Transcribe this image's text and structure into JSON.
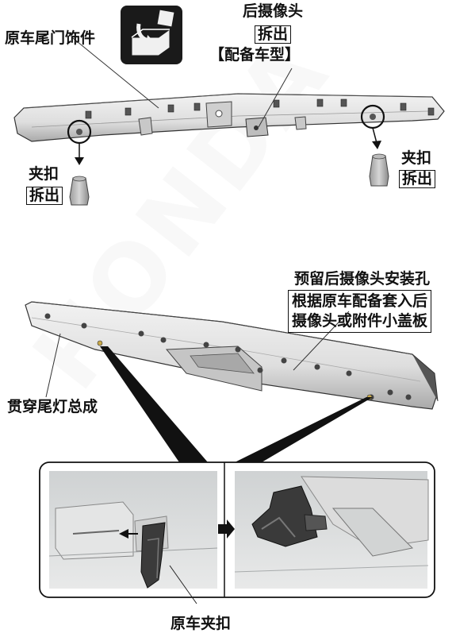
{
  "watermark": "HONDA",
  "labels": {
    "garnish": "原车尾门饰件",
    "camera_title": "后摄像头",
    "camera_remove": "拆出",
    "camera_note": "【配备车型】",
    "clip_left": "夹扣",
    "clip_left_remove": "拆出",
    "clip_right": "夹扣",
    "clip_right_remove": "拆出",
    "reserved_hole": "预留后摄像头安装孔",
    "note_line1": "根据原车配备套入后",
    "note_line2": "摄像头或附件小盖板",
    "taillight": "贯穿尾灯总成",
    "original_clip": "原车夹扣"
  },
  "icons": {
    "install": "remove-install-icon",
    "arrow": "right-arrow-icon"
  },
  "colors": {
    "line": "#111111",
    "part_fill": "#e4e4e4",
    "part_shadow": "#8a8a8a",
    "icon_bg": "#1a1a1a"
  }
}
